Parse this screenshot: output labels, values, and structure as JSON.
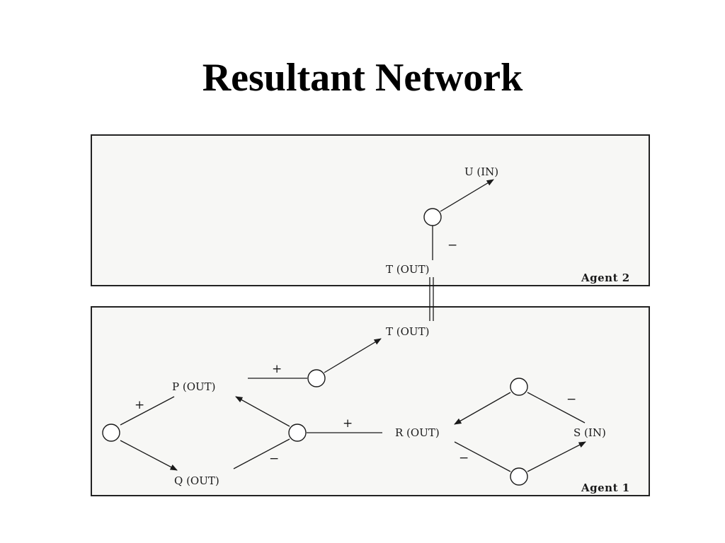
{
  "title": "Resultant Network",
  "agents": [
    {
      "name": "Agent 2"
    },
    {
      "name": "Agent 1"
    }
  ],
  "labels": {
    "u_in": "U (IN)",
    "t_out_agent2": "T (OUT)",
    "t_out_agent1": "T (OUT)",
    "p_out": "P (OUT)",
    "q_out": "Q (OUT)",
    "r_out": "R (OUT)",
    "s_in": "S (IN)"
  },
  "signs": {
    "t_to_u": "−",
    "p_to_t": "+",
    "node_to_p": "+",
    "r_from_node": "+",
    "q_to_node": "−",
    "s_to_r": "−",
    "r_to_s": "−"
  }
}
